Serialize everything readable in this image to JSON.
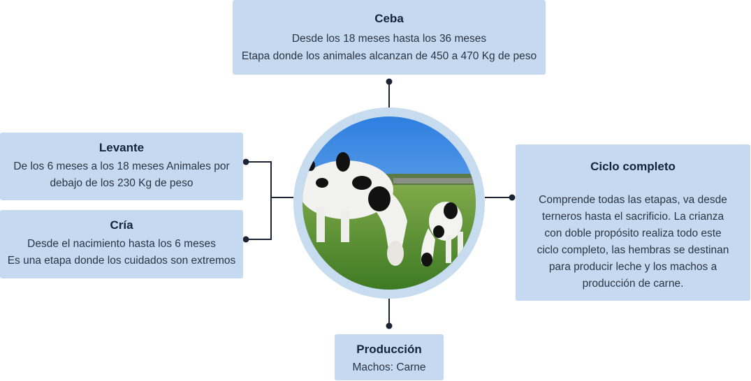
{
  "nodes": {
    "ceba": {
      "title": "Ceba",
      "lines": [
        "Desde los 18 meses hasta los 36 meses",
        "Etapa donde los animales alcanzan de 450 a 470 Kg de peso"
      ]
    },
    "levante": {
      "title": "Levante",
      "lines": [
        "De los 6 meses a los 18 meses Animales por",
        "debajo de los 230 Kg de peso"
      ]
    },
    "cria": {
      "title": "Cría",
      "lines": [
        "Desde el nacimiento hasta los 6 meses",
        "Es una etapa donde los cuidados son extremos"
      ]
    },
    "ciclo": {
      "title": "Ciclo completo",
      "lines": [
        "Comprende todas las etapas, va desde",
        "terneros hasta el sacrificio. La crianza",
        "con doble propósito realiza todo este",
        "ciclo completo, las hembras se destinan",
        "para producir leche y los machos a",
        "producción de carne."
      ]
    },
    "produccion": {
      "title": "Producción",
      "lines": [
        "Machos: Carne"
      ]
    }
  },
  "colors": {
    "box_fill": "#c5daf0",
    "ring": "#c8dcef",
    "connector": "#1b2433",
    "title_text": "#13233a"
  },
  "image": {
    "subject": "cow-and-calf-grazing"
  }
}
